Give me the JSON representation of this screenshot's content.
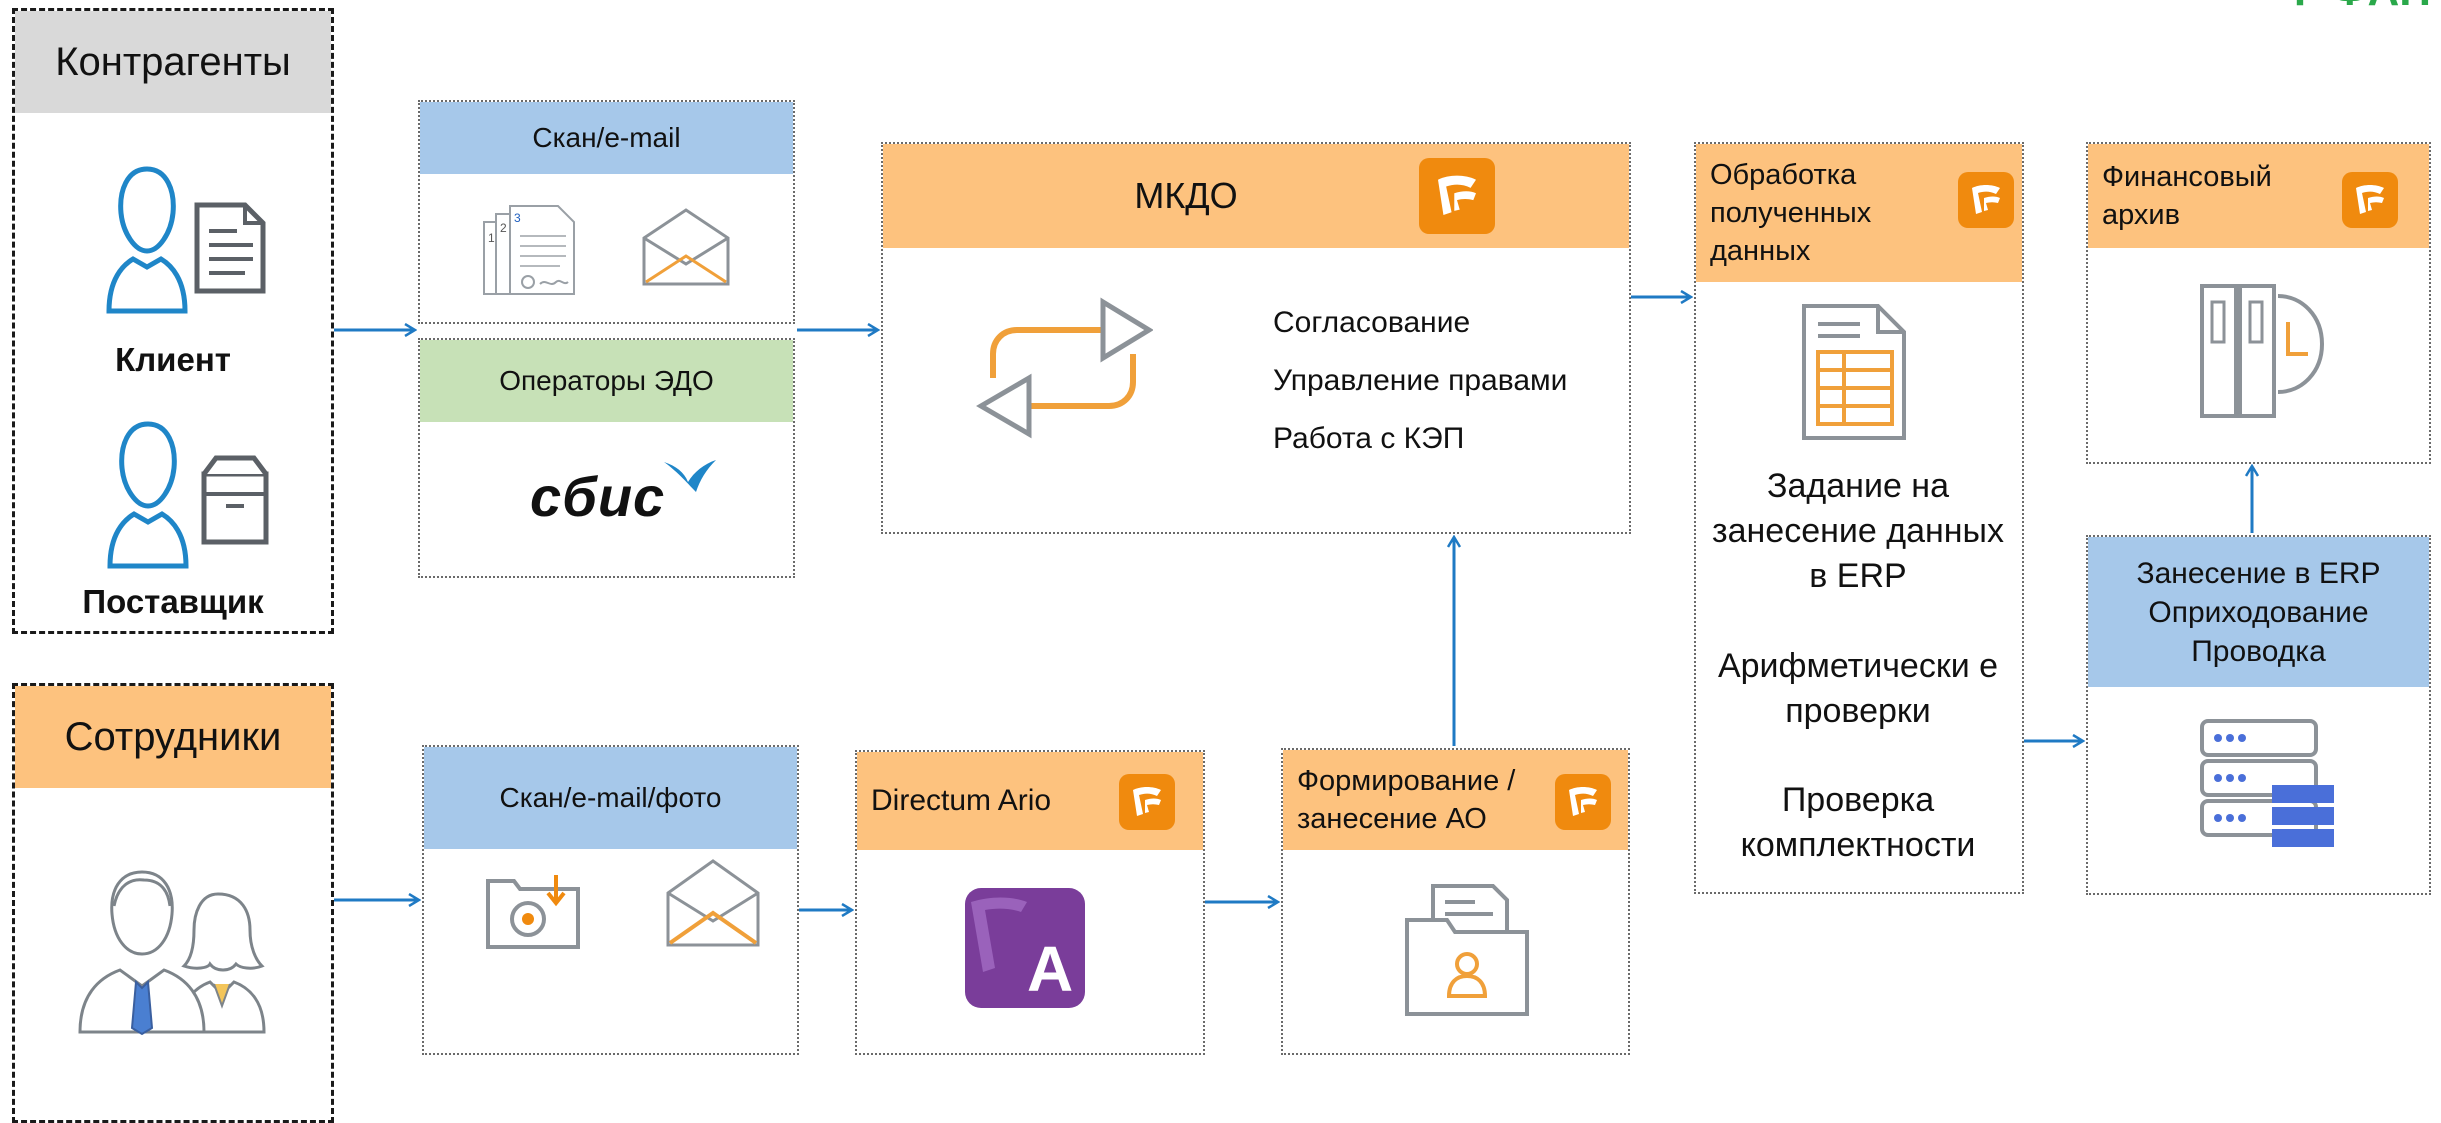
{
  "corner_text": "Г ФАН",
  "counterparties": {
    "title": "Контрагенты",
    "client_label": "Клиент",
    "supplier_label": "Поставщик"
  },
  "employees": {
    "title": "Сотрудники"
  },
  "scan_email": {
    "title": "Скан/e-mail"
  },
  "edo_operators": {
    "title": "Операторы ЭДО",
    "logo_text": "сбис"
  },
  "mkdo": {
    "title": "МКДО",
    "features": [
      "Согласование",
      "Управление правами",
      "Работа с КЭП"
    ]
  },
  "processing": {
    "title": "Обработка полученных данных",
    "items": [
      "Задание на занесение данных в ERP",
      "Арифметически е проверки",
      "Проверка комплектности"
    ]
  },
  "finance_archive": {
    "title": "Финансовый архив"
  },
  "erp": {
    "title": "Занесение в ERP Оприходование Проводка"
  },
  "scan_email_photo": {
    "title": "Скан/e-mail/фото"
  },
  "directum": {
    "title": "Directum Ario",
    "icon_letter": "A"
  },
  "ao": {
    "title": "Формирование /занесение АО"
  },
  "colors": {
    "blue_header": "#a6c8ea",
    "orange_header": "#fdc27e",
    "green_header": "#c7e1b7",
    "grey_header": "#d9d9d9",
    "arrow": "#1f7ac4",
    "brand_orange": "#f08a0e",
    "icon_blue": "#1f86c8",
    "icon_grey": "#8c9298",
    "icon_orange": "#f0a03a",
    "purple": "#7a3d9a"
  }
}
